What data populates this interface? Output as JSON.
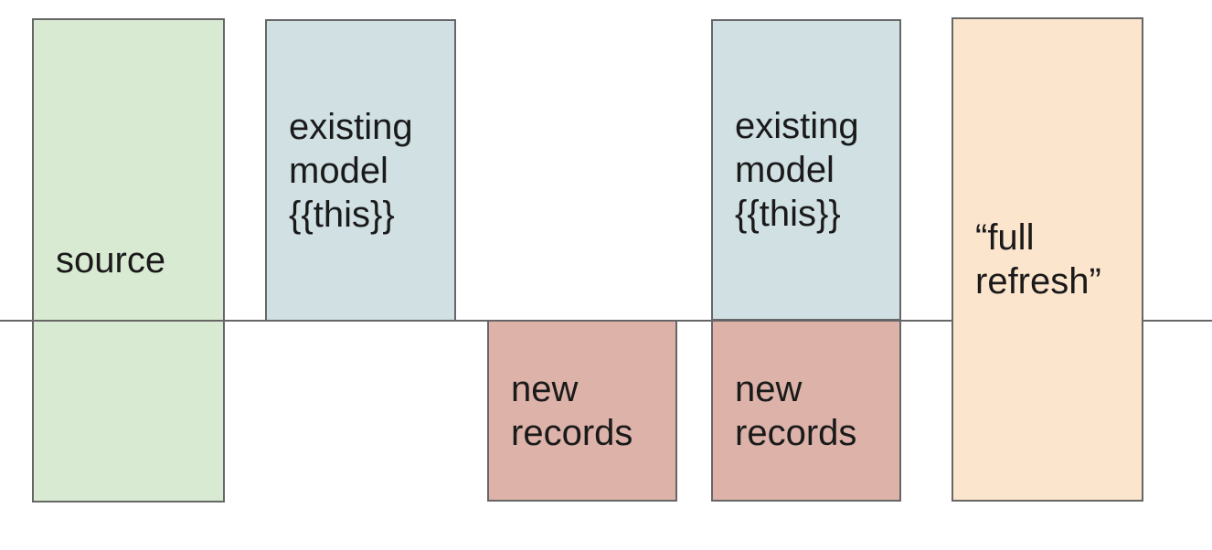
{
  "diagram": {
    "description": "incremental model materialization diagram",
    "background_color": "#ffffff",
    "divider_line_color": "#666666",
    "box_border_color": "#666666",
    "text_color": "#1a1a1a",
    "boxes": [
      {
        "id": "source",
        "label": "source",
        "fill": "#d9ead3",
        "row": "spans-line"
      },
      {
        "id": "existing-model-1",
        "label": "existing model {{this}}",
        "fill": "#d0e0e3",
        "row": "above-line"
      },
      {
        "id": "new-records-1",
        "label": "new records",
        "fill": "#dcb2a9",
        "row": "below-line"
      },
      {
        "id": "existing-model-2",
        "label": "existing model {{this}}",
        "fill": "#d0e0e3",
        "row": "above-line"
      },
      {
        "id": "new-records-2",
        "label": "new records",
        "fill": "#dcb2a9",
        "row": "below-line"
      },
      {
        "id": "full-refresh",
        "label": "“full refresh”",
        "fill": "#fce5cd",
        "row": "spans-line"
      }
    ]
  }
}
